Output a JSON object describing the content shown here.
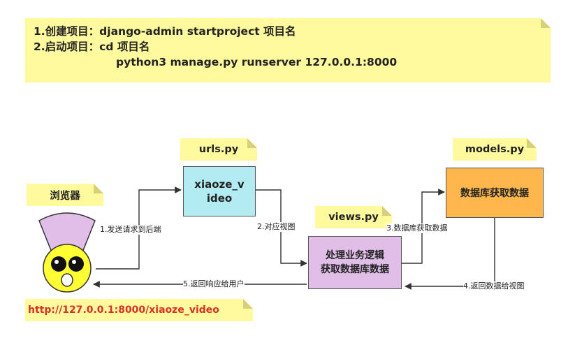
{
  "top_note": {
    "line1": "1.创建项目：django-admin startproject 项目名",
    "line2": "2.启动项目：cd 项目名",
    "line3": "python3 manage.py runserver 127.0.0.1:8000"
  },
  "labels": {
    "browser": "浏览器",
    "urls": "urls.py",
    "views": "views.py",
    "models": "models.py"
  },
  "boxes": {
    "urls_fn": "xiaoze_v\nideo",
    "views_fn": "处理业务逻辑\n获取数据库数据",
    "models_fn": "数据库获取数据"
  },
  "edges": {
    "e1": "1.发送请求到后端",
    "e2": "2.对应视图",
    "e3": "3.数据库获取数据",
    "e4": "4.返回数据给视图",
    "e5": "5.返回响应给用户"
  },
  "url": "http://127.0.0.1:8000/xiaoze_video",
  "colors": {
    "note": "#fffa9e",
    "urls_box": "#b2ebf2",
    "views_box": "#e1bee7",
    "models_box": "#ffb74d",
    "browser_face": "#ffff33",
    "browser_hat": "#e1bee7",
    "url_text": "#d93025"
  }
}
